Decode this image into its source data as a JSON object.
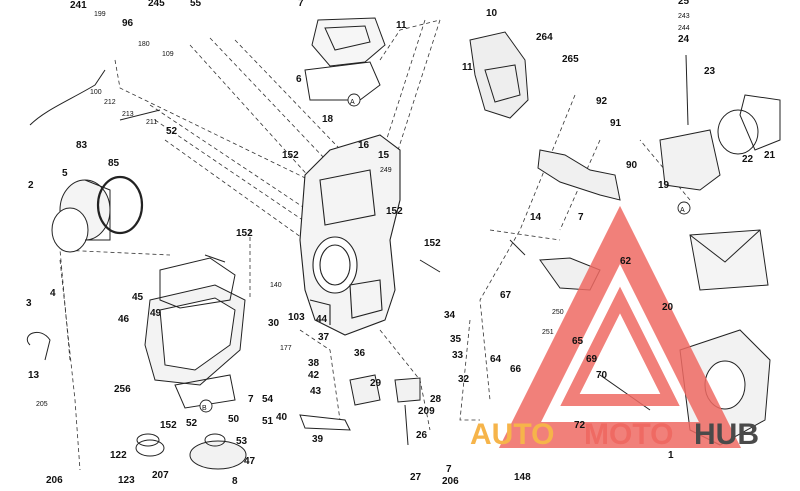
{
  "diagram": {
    "part_labels": [
      "241",
      "199",
      "96",
      "245",
      "55",
      "7",
      "10",
      "11",
      "11",
      "264",
      "265",
      "25",
      "243",
      "244",
      "24",
      "180",
      "109",
      "6",
      "23",
      "100",
      "212",
      "213",
      "211",
      "52",
      "A",
      "18",
      "16",
      "15",
      "249",
      "92",
      "91",
      "83",
      "85",
      "152",
      "90",
      "22",
      "21",
      "19",
      "A",
      "2",
      "5",
      "152",
      "7",
      "14",
      "152",
      "152",
      "62",
      "20",
      "3",
      "4",
      "140",
      "45",
      "49",
      "30",
      "103",
      "44",
      "67",
      "34",
      "250",
      "251",
      "65",
      "46",
      "177",
      "37",
      "35",
      "33",
      "36",
      "64",
      "66",
      "69",
      "70",
      "13",
      "38",
      "42",
      "32",
      "256",
      "43",
      "29",
      "205",
      "54",
      "7",
      "50",
      "40",
      "51",
      "28",
      "209",
      "152",
      "52",
      "B",
      "53",
      "47",
      "122",
      "39",
      "26",
      "72",
      "207",
      "206",
      "123",
      "8",
      "27",
      "7",
      "206",
      "148",
      "1"
    ],
    "callouts": [
      "A",
      "A",
      "B"
    ]
  },
  "watermark": {
    "text_auto": "AUTO",
    "text_moto": "MOTO",
    "text_hub": "HUB",
    "color_auto": "#f6b44a",
    "color_moto": "#ef6a63",
    "color_hub": "#4a4a4a",
    "logo_color": "#ef6a63"
  }
}
